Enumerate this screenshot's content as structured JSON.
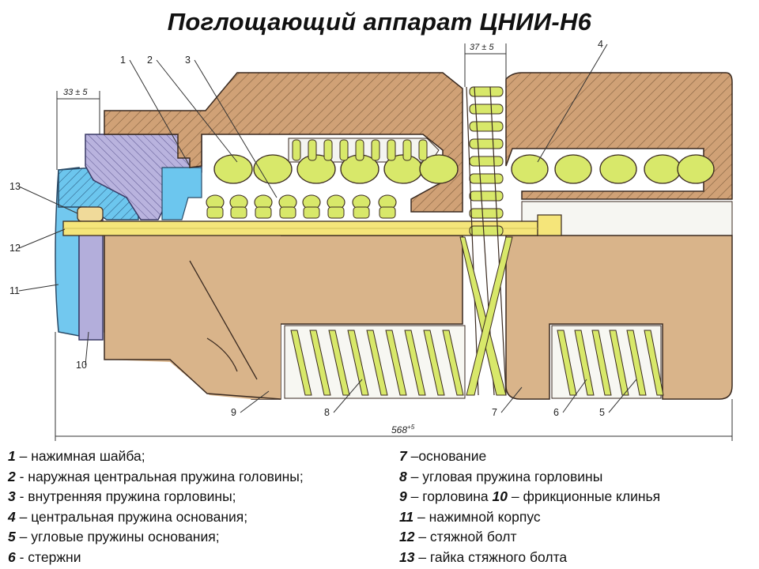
{
  "title": "Поглощающий аппарат ЦНИИ-Н6",
  "dimensions": {
    "left_gap": "33 ± 5",
    "right_gap": "37 ± 5",
    "overall_length": "568",
    "overall_length_sup": "+5"
  },
  "callouts": [
    "1",
    "2",
    "3",
    "4",
    "5",
    "6",
    "7",
    "8",
    "9",
    "10",
    "11",
    "12",
    "13"
  ],
  "legend": {
    "left": [
      {
        "num": "1",
        "text": " – нажимная шайба;"
      },
      {
        "num": "2",
        "text": " -  наружная центральная пружина головины;"
      },
      {
        "num": "3",
        "text": " - внутренняя пружина горловины;"
      },
      {
        "num": "4",
        "text": " – центральная пружина основания;"
      },
      {
        "num": "5",
        "text": " – угловые пружины основания;"
      },
      {
        "num": "6",
        "text": " - стержни"
      }
    ],
    "right": [
      {
        "num": "7",
        "text": " –основание"
      },
      {
        "num": "8",
        "text": " – угловая пружина горловины"
      },
      {
        "num": "9",
        "text": " – горловина   ",
        "num2": "10",
        "text2": " – фрикционные клинья"
      },
      {
        "num": "11",
        "text": " – нажимной корпус"
      },
      {
        "num": "12",
        "text": " – стяжной болт"
      },
      {
        "num": "13",
        "text": " – гайка стяжного болта"
      }
    ]
  },
  "colors": {
    "body_tan": "#D9B48A",
    "housing_brown": "#CDA27A",
    "spring_green": "#D8E86A",
    "bolt_yellow": "#F5E67A",
    "wedge_lavender": "#B7B1DC",
    "nut_blue": "#68C3EC",
    "outline": "#3a2a20"
  }
}
